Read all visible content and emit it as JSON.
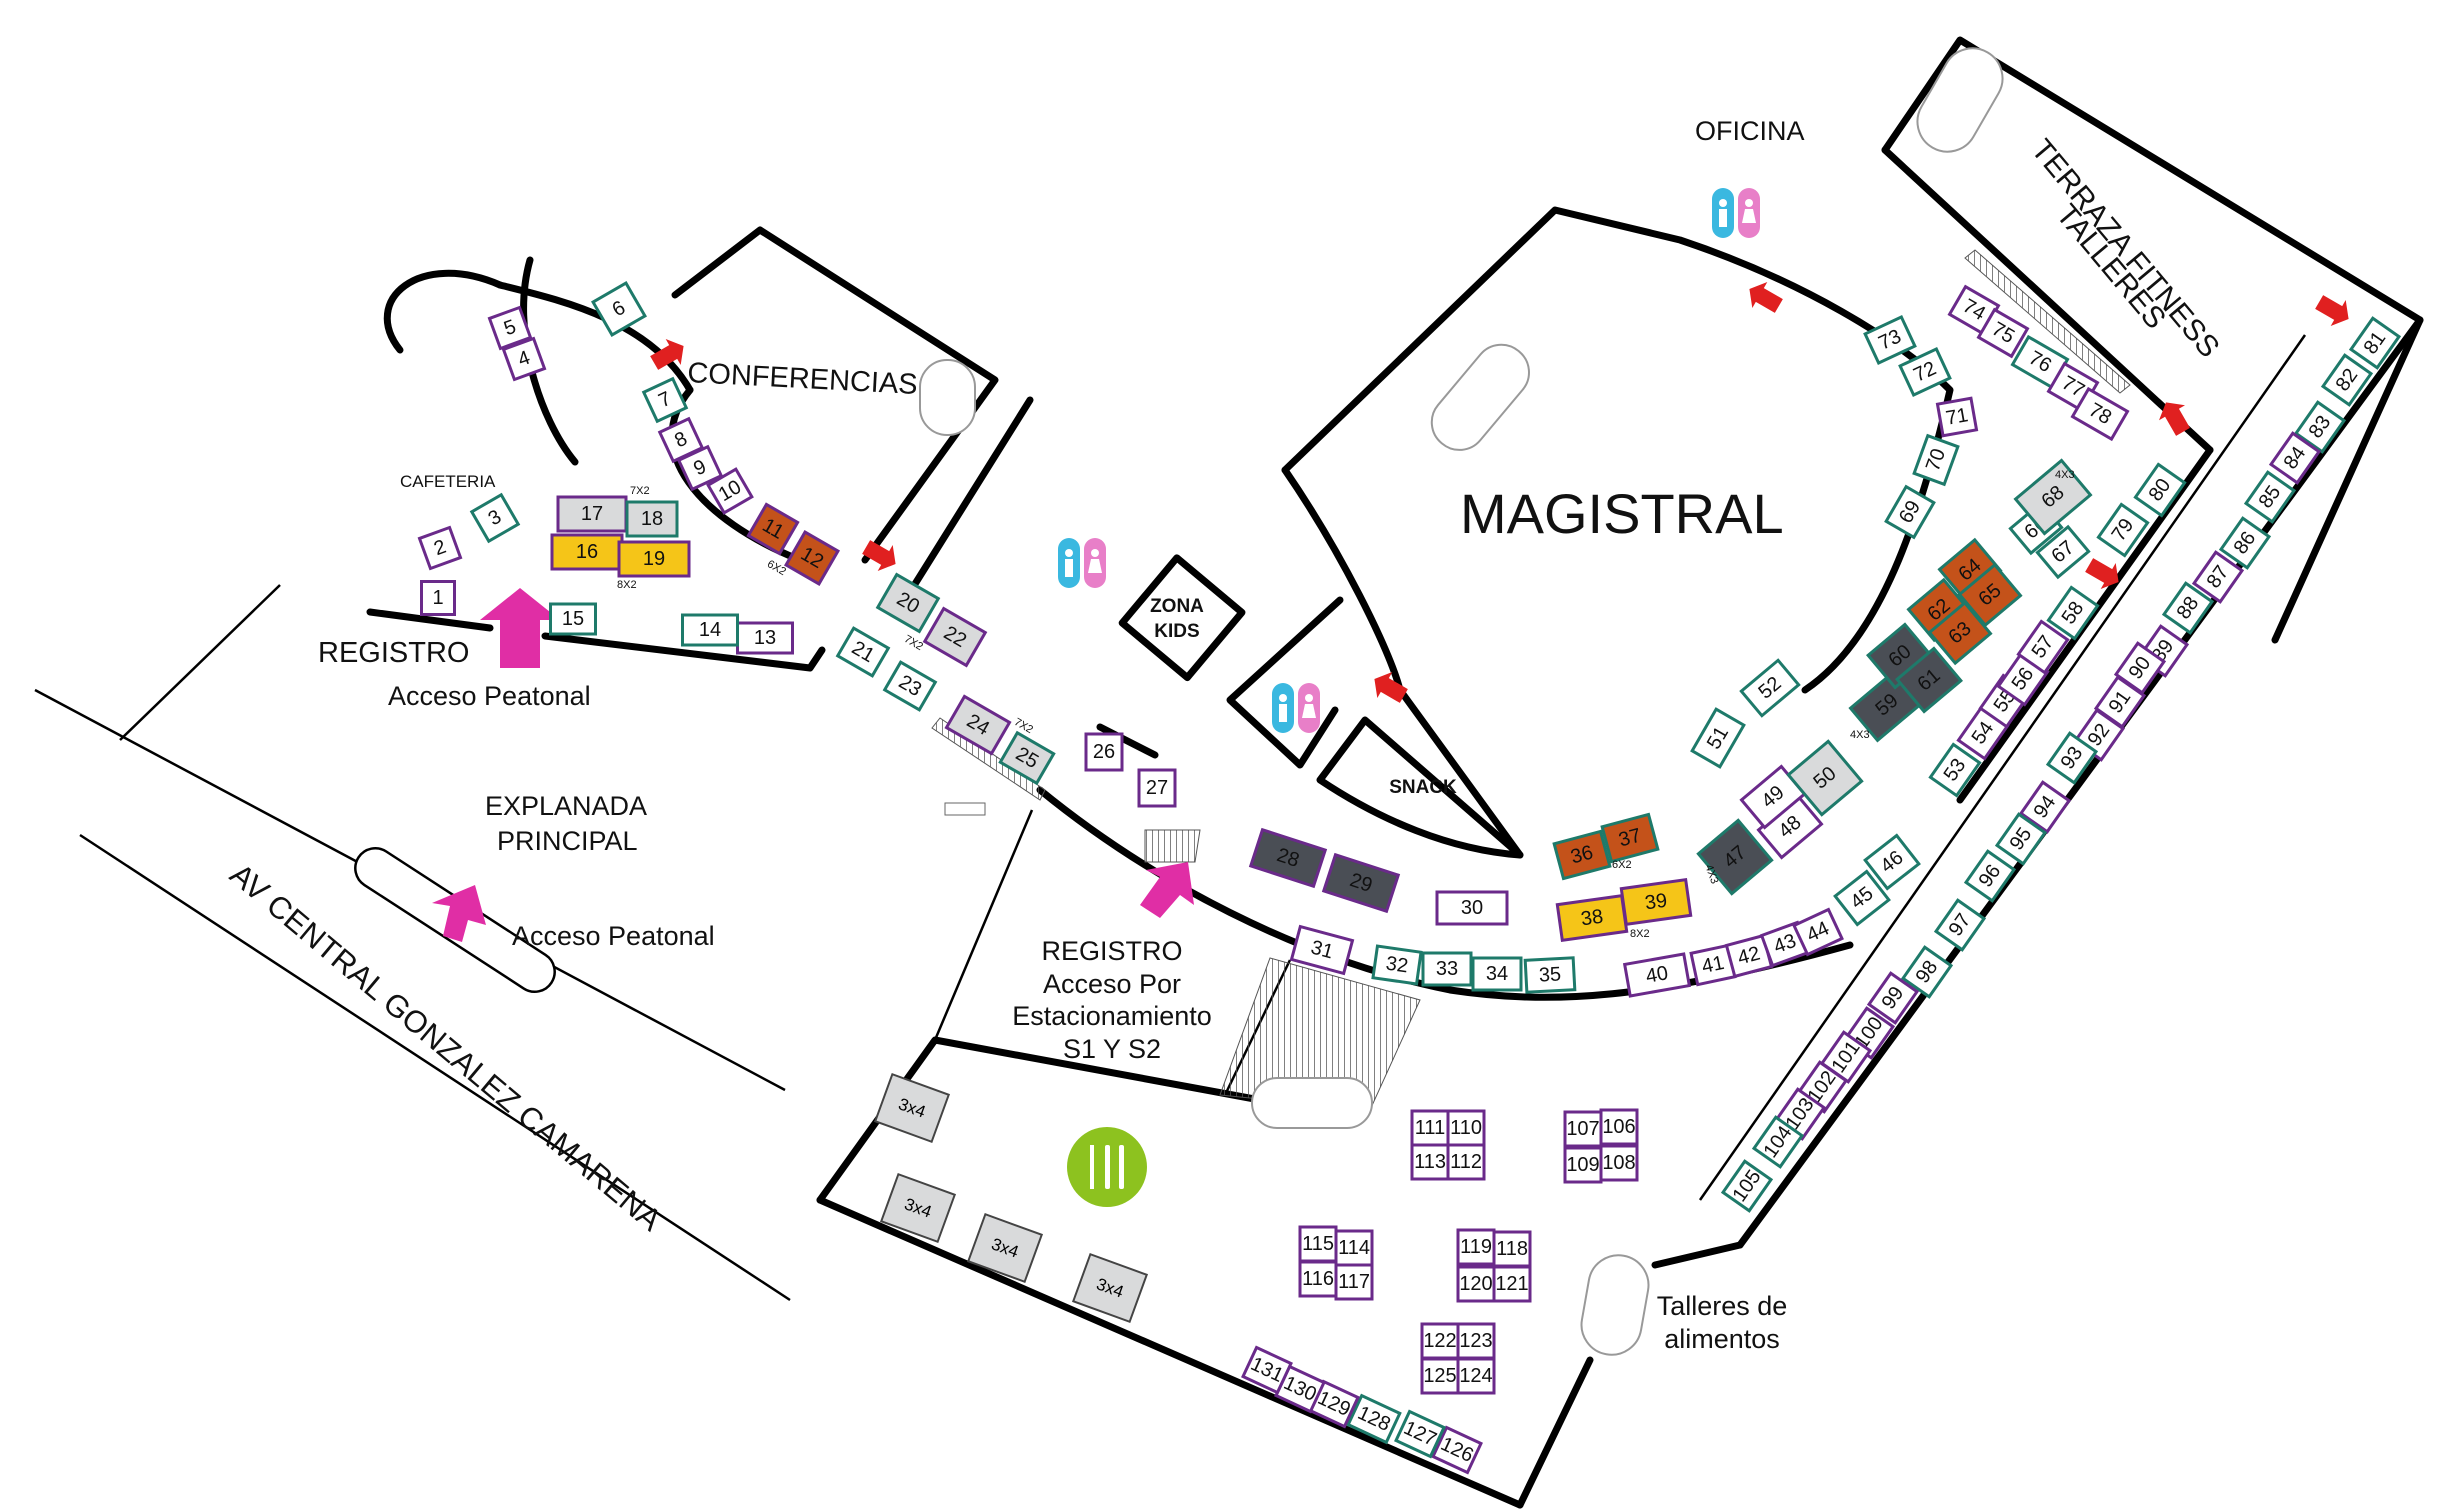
{
  "labels": {
    "cafeteria": "CAFETERIA",
    "conferencias": "CONFERENCIAS",
    "oficina": "OFICINA",
    "magistral": "MAGISTRAL",
    "terraza_1": "TERRAZA FITNESS",
    "terraza_2": "TALLERES",
    "registro_1": "REGISTRO",
    "acceso_peatonal_1": "Acceso Peatonal",
    "explanada_1": "EXPLANADA",
    "explanada_2": "PRINCIPAL",
    "acceso_peatonal_2": "Acceso Peatonal",
    "avenida": "AV CENTRAL GONZALEZ CAMARENA",
    "zona_kids_1": "ZONA",
    "zona_kids_2": "KIDS",
    "snack": "SNACK",
    "registro_2": "REGISTRO",
    "acceso_estac_1": "Acceso Por",
    "acceso_estac_2": "Estacionamiento",
    "acceso_estac_3": "S1 Y S2",
    "talleres_1": "Talleres de",
    "talleres_2": "alimentos"
  },
  "size_labels": {
    "s17": "7X2",
    "s16": "8X2",
    "s12": "6X2",
    "s20": "7X2",
    "s24": "7X2",
    "s68": "4X3",
    "s59": "4X3",
    "s47": "4X3",
    "s36": "6X2",
    "s38": "8X2",
    "f1": "3x4",
    "f2": "3x4",
    "f3": "3x4",
    "f4": "3x4"
  },
  "colors": {
    "teal": "#1e7a6a",
    "purple": "#6a2a8a",
    "orange": "#c4521a",
    "yellow": "#f5c518",
    "dark_gray": "#4a4e55",
    "light_gray": "#d9dadb",
    "pink": "#e02ea5",
    "red": "#e02020",
    "green": "#8dc21f",
    "restroom_blue": "#3ab8e0",
    "restroom_pink": "#e87fc8"
  },
  "booths": [
    {
      "n": "1",
      "c": "purple",
      "f": "none"
    },
    {
      "n": "2",
      "c": "purple",
      "f": "none"
    },
    {
      "n": "3",
      "c": "teal",
      "f": "none"
    },
    {
      "n": "4",
      "c": "purple",
      "f": "none"
    },
    {
      "n": "5",
      "c": "purple",
      "f": "none"
    },
    {
      "n": "6",
      "c": "teal",
      "f": "none"
    },
    {
      "n": "7",
      "c": "teal",
      "f": "none"
    },
    {
      "n": "8",
      "c": "purple",
      "f": "none"
    },
    {
      "n": "9",
      "c": "purple",
      "f": "none"
    },
    {
      "n": "10",
      "c": "purple",
      "f": "none"
    },
    {
      "n": "11",
      "c": "purple",
      "f": "orange"
    },
    {
      "n": "12",
      "c": "purple",
      "f": "orange"
    },
    {
      "n": "13",
      "c": "purple",
      "f": "none"
    },
    {
      "n": "14",
      "c": "teal",
      "f": "none"
    },
    {
      "n": "15",
      "c": "teal",
      "f": "none"
    },
    {
      "n": "16",
      "c": "purple",
      "f": "yellow"
    },
    {
      "n": "17",
      "c": "purple",
      "f": "light_gray"
    },
    {
      "n": "18",
      "c": "teal",
      "f": "light_gray"
    },
    {
      "n": "19",
      "c": "purple",
      "f": "yellow"
    },
    {
      "n": "20",
      "c": "teal",
      "f": "light_gray"
    },
    {
      "n": "21",
      "c": "teal",
      "f": "none"
    },
    {
      "n": "22",
      "c": "purple",
      "f": "light_gray"
    },
    {
      "n": "23",
      "c": "teal",
      "f": "none"
    },
    {
      "n": "24",
      "c": "purple",
      "f": "light_gray"
    },
    {
      "n": "25",
      "c": "teal",
      "f": "light_gray"
    },
    {
      "n": "26",
      "c": "purple",
      "f": "none"
    },
    {
      "n": "27",
      "c": "purple",
      "f": "none"
    },
    {
      "n": "28",
      "c": "purple",
      "f": "dark_gray"
    },
    {
      "n": "29",
      "c": "purple",
      "f": "dark_gray"
    },
    {
      "n": "30",
      "c": "purple",
      "f": "none"
    },
    {
      "n": "31",
      "c": "purple",
      "f": "none"
    },
    {
      "n": "32",
      "c": "teal",
      "f": "none"
    },
    {
      "n": "33",
      "c": "teal",
      "f": "none"
    },
    {
      "n": "34",
      "c": "teal",
      "f": "none"
    },
    {
      "n": "35",
      "c": "teal",
      "f": "none"
    },
    {
      "n": "36",
      "c": "teal",
      "f": "orange"
    },
    {
      "n": "37",
      "c": "teal",
      "f": "orange"
    },
    {
      "n": "38",
      "c": "purple",
      "f": "yellow"
    },
    {
      "n": "39",
      "c": "purple",
      "f": "yellow"
    },
    {
      "n": "40",
      "c": "purple",
      "f": "none"
    },
    {
      "n": "41",
      "c": "purple",
      "f": "none"
    },
    {
      "n": "42",
      "c": "purple",
      "f": "none"
    },
    {
      "n": "43",
      "c": "purple",
      "f": "none"
    },
    {
      "n": "44",
      "c": "purple",
      "f": "none"
    },
    {
      "n": "45",
      "c": "teal",
      "f": "none"
    },
    {
      "n": "46",
      "c": "teal",
      "f": "none"
    },
    {
      "n": "47",
      "c": "teal",
      "f": "dark_gray"
    },
    {
      "n": "48",
      "c": "purple",
      "f": "none"
    },
    {
      "n": "49",
      "c": "purple",
      "f": "none"
    },
    {
      "n": "50",
      "c": "teal",
      "f": "light_gray"
    },
    {
      "n": "51",
      "c": "teal",
      "f": "none"
    },
    {
      "n": "52",
      "c": "teal",
      "f": "none"
    },
    {
      "n": "53",
      "c": "teal",
      "f": "none"
    },
    {
      "n": "54",
      "c": "purple",
      "f": "none"
    },
    {
      "n": "55",
      "c": "purple",
      "f": "none"
    },
    {
      "n": "56",
      "c": "purple",
      "f": "none"
    },
    {
      "n": "57",
      "c": "purple",
      "f": "none"
    },
    {
      "n": "58",
      "c": "teal",
      "f": "none"
    },
    {
      "n": "59",
      "c": "teal",
      "f": "dark_gray"
    },
    {
      "n": "60",
      "c": "teal",
      "f": "dark_gray"
    },
    {
      "n": "61",
      "c": "teal",
      "f": "dark_gray"
    },
    {
      "n": "62",
      "c": "teal",
      "f": "orange"
    },
    {
      "n": "63",
      "c": "teal",
      "f": "orange"
    },
    {
      "n": "64",
      "c": "teal",
      "f": "orange"
    },
    {
      "n": "65",
      "c": "teal",
      "f": "orange"
    },
    {
      "n": "66",
      "c": "teal",
      "f": "none"
    },
    {
      "n": "67",
      "c": "teal",
      "f": "none"
    },
    {
      "n": "68",
      "c": "teal",
      "f": "light_gray"
    },
    {
      "n": "69",
      "c": "teal",
      "f": "none"
    },
    {
      "n": "70",
      "c": "teal",
      "f": "none"
    },
    {
      "n": "71",
      "c": "purple",
      "f": "none"
    },
    {
      "n": "72",
      "c": "teal",
      "f": "none"
    },
    {
      "n": "73",
      "c": "teal",
      "f": "none"
    },
    {
      "n": "74",
      "c": "purple",
      "f": "none"
    },
    {
      "n": "75",
      "c": "purple",
      "f": "none"
    },
    {
      "n": "76",
      "c": "teal",
      "f": "none"
    },
    {
      "n": "77",
      "c": "purple",
      "f": "none"
    },
    {
      "n": "78",
      "c": "purple",
      "f": "none"
    },
    {
      "n": "79",
      "c": "teal",
      "f": "none"
    },
    {
      "n": "80",
      "c": "teal",
      "f": "none"
    },
    {
      "n": "81",
      "c": "teal",
      "f": "none"
    },
    {
      "n": "82",
      "c": "teal",
      "f": "none"
    },
    {
      "n": "83",
      "c": "teal",
      "f": "none"
    },
    {
      "n": "84",
      "c": "purple",
      "f": "none"
    },
    {
      "n": "85",
      "c": "teal",
      "f": "none"
    },
    {
      "n": "86",
      "c": "teal",
      "f": "none"
    },
    {
      "n": "87",
      "c": "purple",
      "f": "none"
    },
    {
      "n": "88",
      "c": "teal",
      "f": "none"
    },
    {
      "n": "89",
      "c": "purple",
      "f": "none"
    },
    {
      "n": "90",
      "c": "purple",
      "f": "none"
    },
    {
      "n": "91",
      "c": "purple",
      "f": "none"
    },
    {
      "n": "92",
      "c": "purple",
      "f": "none"
    },
    {
      "n": "93",
      "c": "teal",
      "f": "none"
    },
    {
      "n": "94",
      "c": "purple",
      "f": "none"
    },
    {
      "n": "95",
      "c": "teal",
      "f": "none"
    },
    {
      "n": "96",
      "c": "teal",
      "f": "none"
    },
    {
      "n": "97",
      "c": "teal",
      "f": "none"
    },
    {
      "n": "98",
      "c": "teal",
      "f": "none"
    },
    {
      "n": "99",
      "c": "purple",
      "f": "none"
    },
    {
      "n": "100",
      "c": "purple",
      "f": "none"
    },
    {
      "n": "101",
      "c": "purple",
      "f": "none"
    },
    {
      "n": "102",
      "c": "purple",
      "f": "none"
    },
    {
      "n": "103",
      "c": "purple",
      "f": "none"
    },
    {
      "n": "104",
      "c": "teal",
      "f": "none"
    },
    {
      "n": "105",
      "c": "teal",
      "f": "none"
    },
    {
      "n": "106",
      "c": "purple",
      "f": "none"
    },
    {
      "n": "107",
      "c": "purple",
      "f": "none"
    },
    {
      "n": "108",
      "c": "purple",
      "f": "none"
    },
    {
      "n": "109",
      "c": "purple",
      "f": "none"
    },
    {
      "n": "110",
      "c": "purple",
      "f": "none"
    },
    {
      "n": "111",
      "c": "purple",
      "f": "none"
    },
    {
      "n": "112",
      "c": "purple",
      "f": "none"
    },
    {
      "n": "113",
      "c": "purple",
      "f": "none"
    },
    {
      "n": "114",
      "c": "purple",
      "f": "none"
    },
    {
      "n": "115",
      "c": "purple",
      "f": "none"
    },
    {
      "n": "116",
      "c": "purple",
      "f": "none"
    },
    {
      "n": "117",
      "c": "purple",
      "f": "none"
    },
    {
      "n": "118",
      "c": "purple",
      "f": "none"
    },
    {
      "n": "119",
      "c": "purple",
      "f": "none"
    },
    {
      "n": "120",
      "c": "purple",
      "f": "none"
    },
    {
      "n": "121",
      "c": "purple",
      "f": "none"
    },
    {
      "n": "122",
      "c": "purple",
      "f": "none"
    },
    {
      "n": "123",
      "c": "purple",
      "f": "none"
    },
    {
      "n": "124",
      "c": "purple",
      "f": "none"
    },
    {
      "n": "125",
      "c": "purple",
      "f": "none"
    },
    {
      "n": "126",
      "c": "purple",
      "f": "none"
    },
    {
      "n": "127",
      "c": "teal",
      "f": "none"
    },
    {
      "n": "128",
      "c": "teal",
      "f": "none"
    },
    {
      "n": "129",
      "c": "purple",
      "f": "none"
    },
    {
      "n": "130",
      "c": "purple",
      "f": "none"
    },
    {
      "n": "131",
      "c": "purple",
      "f": "none"
    }
  ]
}
